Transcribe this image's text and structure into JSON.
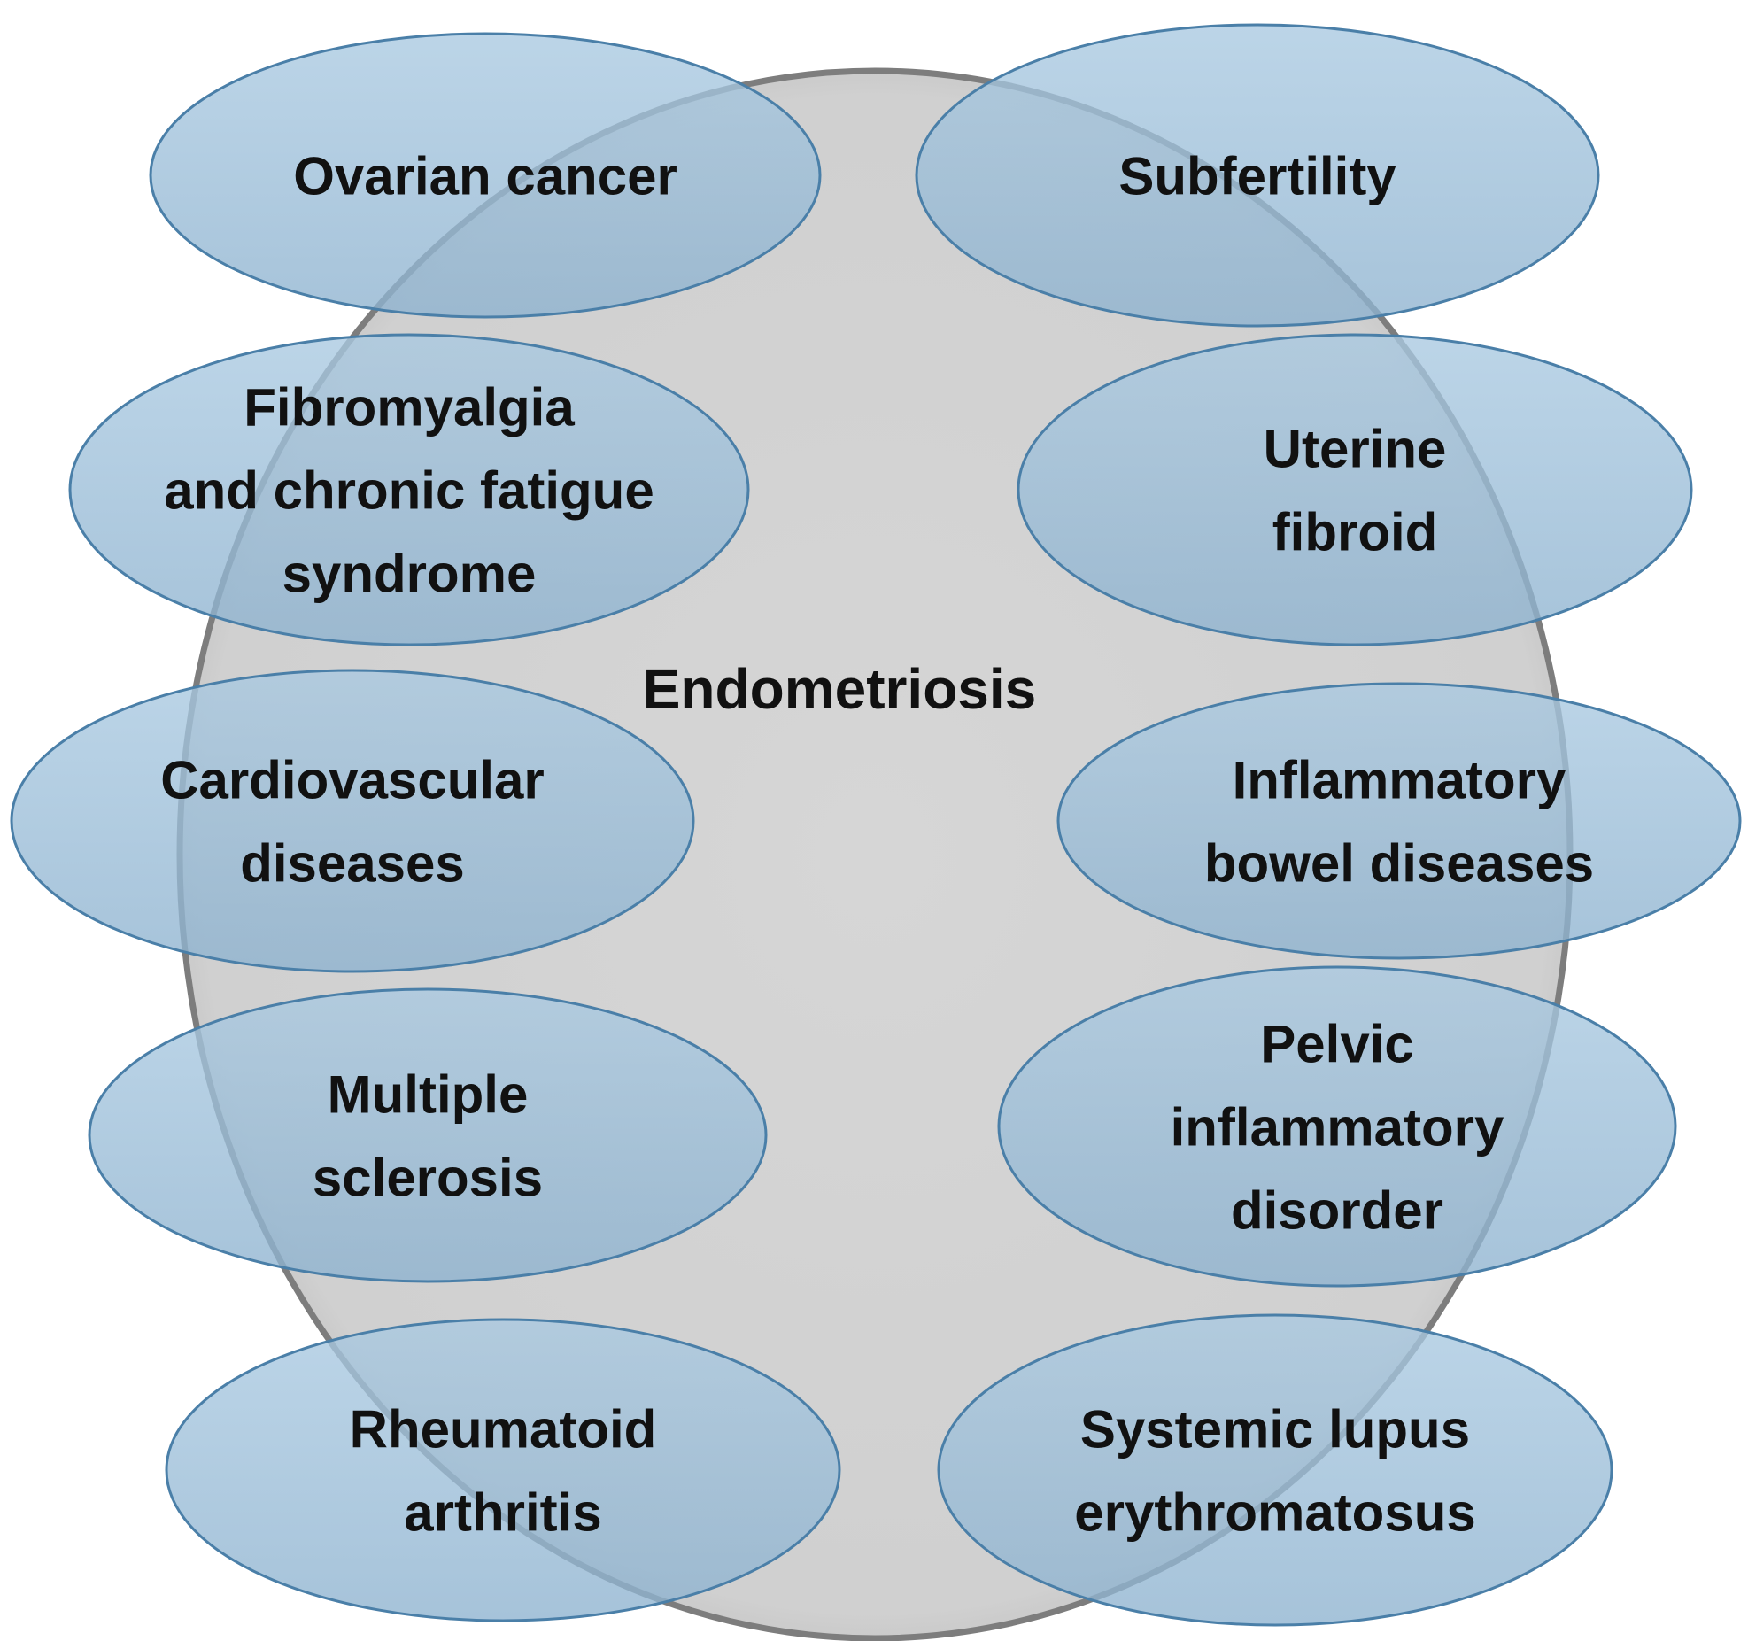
{
  "colors": {
    "center_fill": "#d2d2d2",
    "center_stroke": "#7d7d7d",
    "bubble_fill": "#8fb6d3",
    "bubble_stroke": "#4a7fa8",
    "text": "#111111"
  },
  "center": {
    "label": "Endometriosis"
  },
  "conditions": [
    {
      "lines": [
        "Ovarian cancer"
      ]
    },
    {
      "lines": [
        "Subfertility"
      ]
    },
    {
      "lines": [
        "Fibromyalgia",
        "and chronic fatigue",
        "syndrome"
      ]
    },
    {
      "lines": [
        "Uterine",
        "fibroid"
      ]
    },
    {
      "lines": [
        "Cardiovascular",
        "diseases"
      ]
    },
    {
      "lines": [
        "Inflammatory",
        "bowel diseases"
      ]
    },
    {
      "lines": [
        "Multiple",
        "sclerosis"
      ]
    },
    {
      "lines": [
        "Pelvic",
        "inflammatory",
        "disorder"
      ]
    },
    {
      "lines": [
        "Rheumatoid",
        "arthritis"
      ]
    },
    {
      "lines": [
        "Systemic lupus",
        "erythromatosus"
      ]
    }
  ]
}
